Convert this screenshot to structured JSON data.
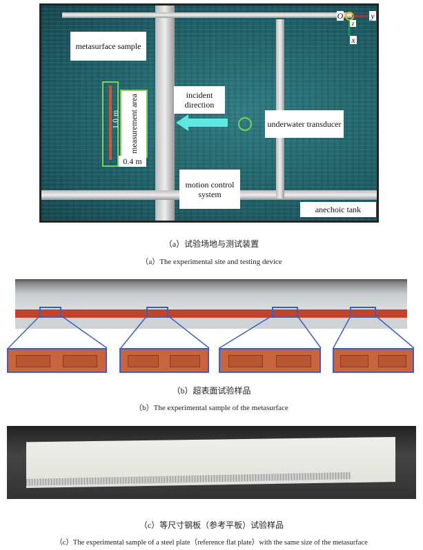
{
  "figure_a": {
    "labels": {
      "metasurface_sample": "metasurface sample",
      "length": "1.0 m",
      "measurement_area": "measurement area",
      "width": "0.4 m",
      "incident_direction": "incident direction",
      "underwater_transducer": "underwater transducer",
      "motion_control_system": "motion control system",
      "anechoic_tank": "anechoic tank"
    },
    "axes": {
      "origin": "O",
      "y": "y",
      "z": "z",
      "x": "x"
    },
    "colors": {
      "arrow": "#5fe8e0",
      "axis_y": "#e0201c",
      "axis_x": "#1aa83a",
      "origin_ring": "#e0b020"
    }
  },
  "captions": {
    "a_cn": "（a）试验场地与测试装置",
    "a_en": "（a）The experimental site and testing device",
    "b_cn": "（b）超表面试验样品",
    "b_en": "（b）The experimental sample of the metasurface",
    "c_cn": "（c）等尺寸钢板（参考平板）试验样品",
    "c_en": "（c）The experimental sample of a steel plate（reference flat plate）with the same size of the metasurface"
  }
}
